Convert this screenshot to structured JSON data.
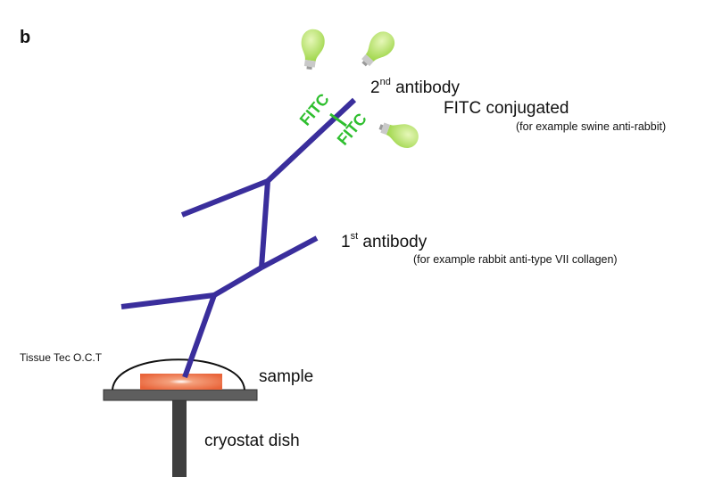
{
  "panel_letter": "b",
  "labels": {
    "second_antibody_num": "2",
    "second_antibody_sup": "nd",
    "second_antibody_word": " antibody",
    "fitc_conjugated": "FITC conjugated",
    "second_example": "(for example swine anti-rabbit)",
    "first_antibody_num": "1",
    "first_antibody_sup": "st",
    "first_antibody_word": " antibody",
    "first_example": "(for example rabbit anti-type VII collagen)",
    "tissue_tec": "Tissue Tec O.C.T",
    "sample": "sample",
    "cryostat_dish": "cryostat dish"
  },
  "fitc_tags": [
    "FITC",
    "FITC"
  ],
  "colors": {
    "antibody": "#3a2e9c",
    "fitc_text": "#2fbf2f",
    "bulb": "#b5e56a",
    "bulb_base": "#c9c9c9",
    "sample": "#f07a4a",
    "dish": "#5e5e5e",
    "dish_stem": "#3f3f3f"
  },
  "icons": [
    "light-bulb-icon",
    "light-bulb-icon",
    "light-bulb-icon"
  ]
}
